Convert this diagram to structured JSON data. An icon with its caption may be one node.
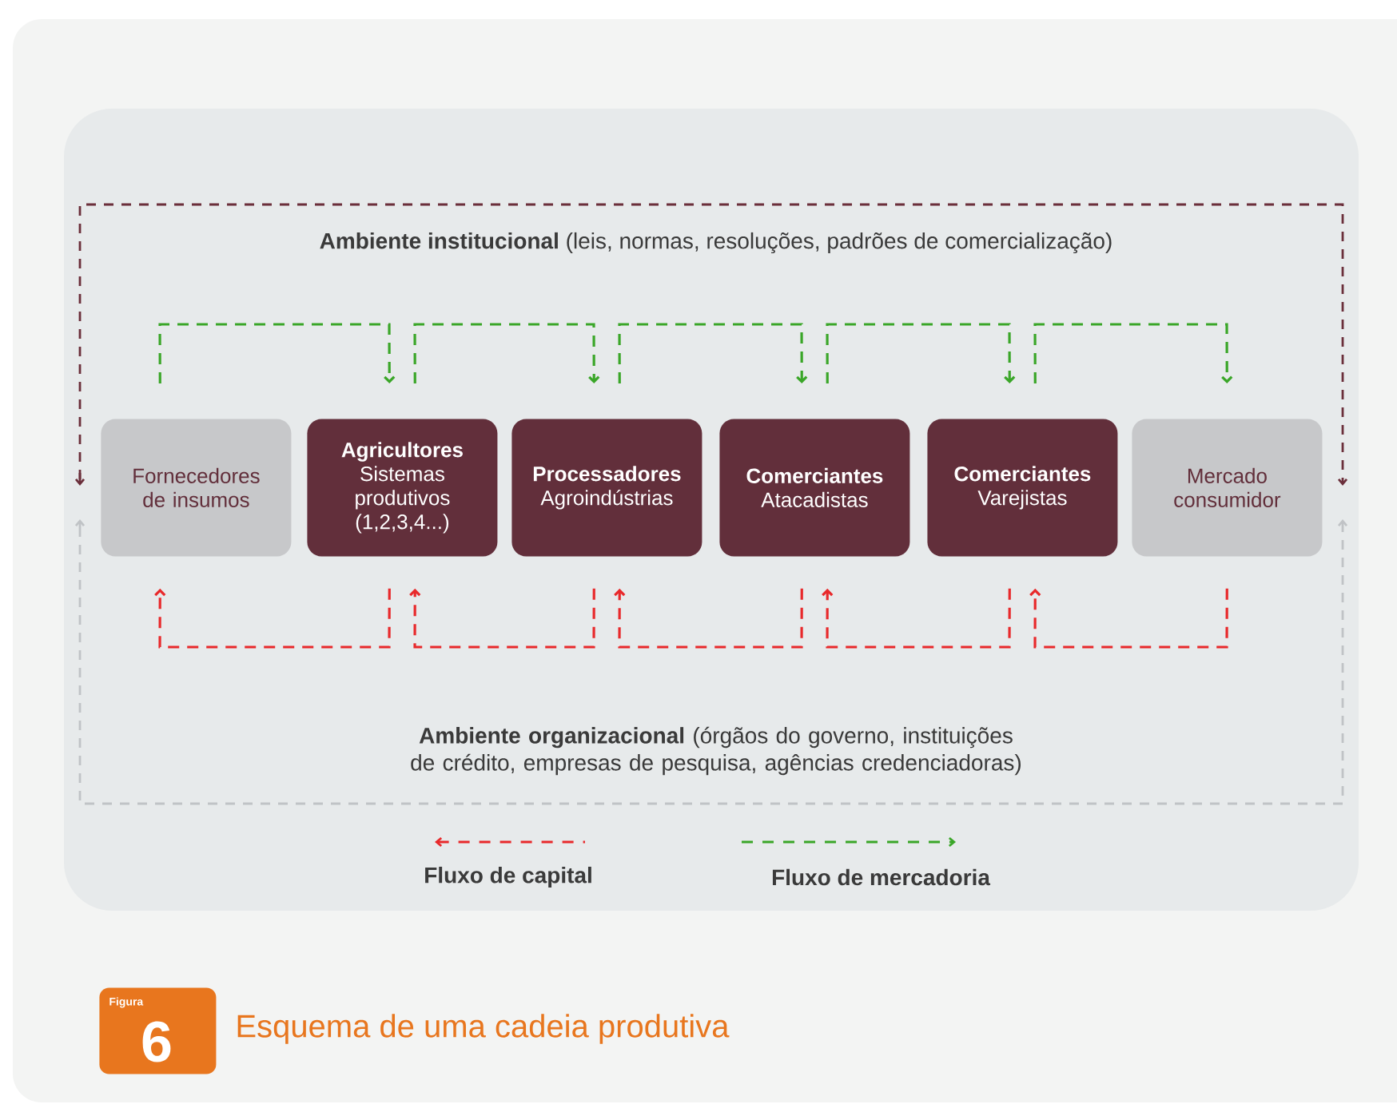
{
  "diagram": {
    "caption": "Esquema de uma cadeia produtiva",
    "nodes": [
      {
        "text": [
          "Fornecedores de insumos"
        ]
      },
      {
        "text": [
          "Agricultores",
          "Sistemas produtivos (1,2,3,4...)"
        ]
      },
      {
        "text": [
          "Processadores",
          "Agroindústrias"
        ]
      },
      {
        "text": [
          "Comerciantes",
          "Atacadistas"
        ]
      },
      {
        "text": [
          "Comerciantes",
          "Varejistas"
        ]
      },
      {
        "text": [
          "Mercado consumidor"
        ]
      },
      {
        "text": [
          "Figura",
          "6"
        ]
      }
    ],
    "edges": [
      {
        "from": 0,
        "to": 1,
        "arrow": "to",
        "style": "dashed",
        "color": "#3aa628"
      },
      {
        "from": 1,
        "to": 2,
        "arrow": "to",
        "style": "dashed",
        "color": "#3aa628"
      },
      {
        "from": 2,
        "to": 3,
        "arrow": "to",
        "style": "dashed",
        "color": "#3aa628"
      },
      {
        "from": 3,
        "to": 4,
        "arrow": "to",
        "style": "dashed",
        "color": "#3aa628"
      },
      {
        "from": 4,
        "to": 5,
        "arrow": "to",
        "style": "dashed",
        "color": "#3aa628"
      },
      {
        "from": 1,
        "to": 0,
        "arrow": "to",
        "style": "dashed",
        "color": "#e8292b"
      },
      {
        "from": 2,
        "to": 1,
        "arrow": "to",
        "style": "dashed",
        "color": "#e8292b"
      },
      {
        "from": 3,
        "to": 2,
        "arrow": "to",
        "style": "dashed",
        "color": "#e8292b"
      },
      {
        "from": 4,
        "to": 3,
        "arrow": "to",
        "style": "dashed",
        "color": "#e8292b"
      },
      {
        "from": 5,
        "to": 4,
        "arrow": "to",
        "style": "dashed",
        "color": "#e8292b"
      }
    ],
    "labels": [
      "**Ambiente institucional** (leis, normas, resoluções, padrões de comercialização)",
      "**Ambiente organizacional** (órgãos do governo, instituições de crédito, empresas de pesquisa, agências credenciadoras)"
    ],
    "legend": [
      {
        "text": "Fluxo de capital"
      },
      {
        "text": "Fluxo de mercadoria"
      }
    ]
  }
}
